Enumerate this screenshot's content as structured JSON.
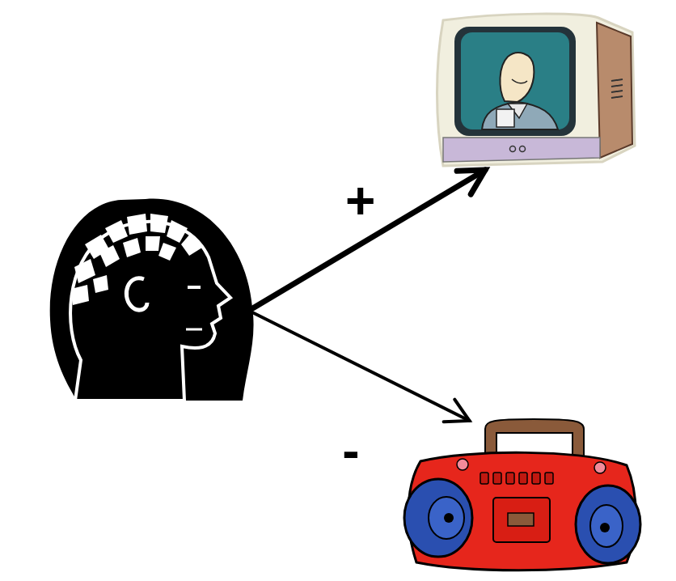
{
  "diagram": {
    "nodes": [
      {
        "text": []
      },
      {
        "text": []
      },
      {
        "text": []
      }
    ],
    "edges": [
      {
        "from": 0,
        "to": 1,
        "arrow": "to",
        "label": "+"
      },
      {
        "from": 0,
        "to": 2,
        "arrow": "to",
        "label": "-"
      }
    ]
  }
}
